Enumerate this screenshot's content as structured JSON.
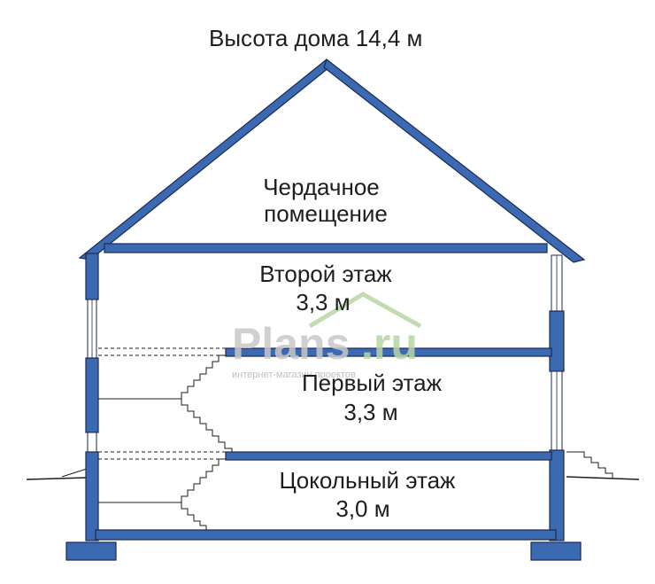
{
  "title": "Высота дома 14,4 м",
  "rooms": {
    "attic": {
      "line1": "Чердачное",
      "line2": "помещение"
    },
    "second": {
      "name": "Второй этаж",
      "height": "3,3 м"
    },
    "first": {
      "name": "Первый этаж",
      "height": "3,3 м"
    },
    "basement": {
      "name": "Цокольный этаж",
      "height": "3,0 м"
    }
  },
  "watermark": {
    "brand": "Plans",
    "suffix": ".ru",
    "tagline": "интернет-магазин проектов"
  },
  "colors": {
    "structure": "#3b6ab3",
    "outline": "#1a2a52",
    "text": "#1e1e1e",
    "watermark": "#c8c8c8",
    "watermark_accent": "#b9d6a2"
  }
}
